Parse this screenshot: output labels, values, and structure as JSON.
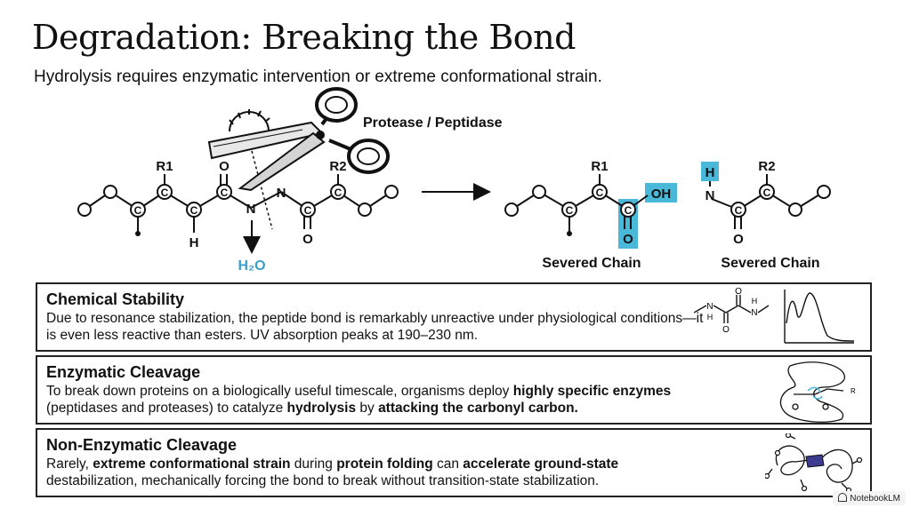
{
  "header": {
    "title": "Degradation: Breaking the Bond",
    "subtitle": "Hydrolysis requires enzymatic intervention or extreme conformational strain."
  },
  "diagram": {
    "enzyme_label": "Protease / Peptidase",
    "water_label": "H₂O",
    "atoms": {
      "c": "C",
      "n": "N",
      "o": "O",
      "h": "H",
      "r1": "R1",
      "r2": "R2",
      "oh": "OH"
    },
    "severed_left": "Severed Chain",
    "severed_right": "Severed Chain",
    "highlight_color": "#4ab8d8",
    "water_color": "#3aa0c8"
  },
  "panels": [
    {
      "title": "Chemical Stability",
      "text": [
        {
          "t": "Due to resonance stabilization, the peptide bond is remarkably unreactive under physiological conditions—it is even less reactive than esters. UV absorption peaks at 190–230 nm.",
          "b": false
        }
      ]
    },
    {
      "title": "Enzymatic Cleavage",
      "text": [
        {
          "t": "To break down proteins on a biologically useful timescale, organisms deploy ",
          "b": false
        },
        {
          "t": "highly specific enzymes",
          "b": true
        },
        {
          "t": " (peptidases and proteases) to catalyze ",
          "b": false
        },
        {
          "t": "hydrolysis",
          "b": true
        },
        {
          "t": " by ",
          "b": false
        },
        {
          "t": "attacking the carbonyl carbon.",
          "b": true
        }
      ]
    },
    {
      "title": "Non-Enzymatic Cleavage",
      "text": [
        {
          "t": "Rarely, ",
          "b": false
        },
        {
          "t": "extreme conformational strain",
          "b": true
        },
        {
          "t": " during ",
          "b": false
        },
        {
          "t": "protein folding",
          "b": true
        },
        {
          "t": " can ",
          "b": false
        },
        {
          "t": "accelerate ground-state",
          "b": true
        },
        {
          "t": " destabilization, mechanically forcing the bond to break without transition-state stabilization.",
          "b": false
        }
      ]
    }
  ],
  "panel_icons": {
    "p1_labels": {
      "n": "N",
      "h": "H",
      "o": "O"
    },
    "p2_label": "R",
    "p3_icon": "folded-protein-icon"
  },
  "brand": "NotebookLM"
}
